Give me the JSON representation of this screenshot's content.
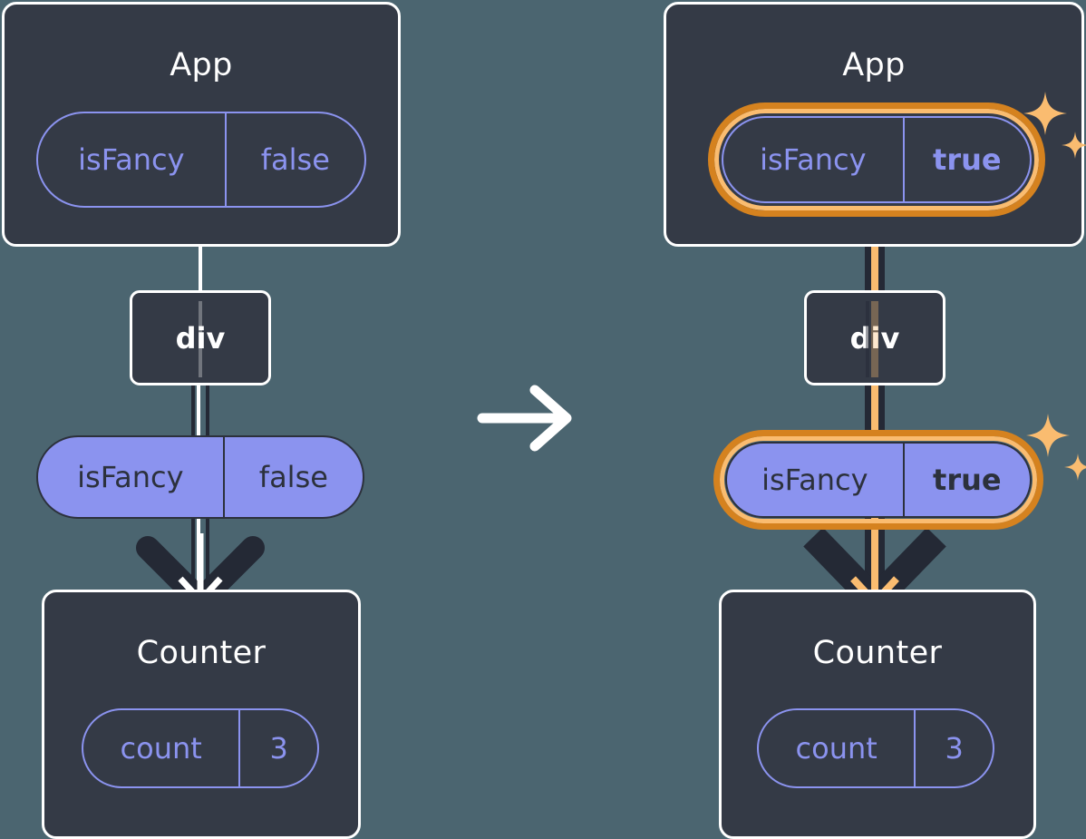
{
  "diagram": {
    "title": "React state propagation: isFancy false to true",
    "background_color": "#4b6570",
    "box_color": "#343a46",
    "purple": "#8b93ef",
    "highlight_outer": "#d5821f",
    "highlight_inner": "#fabc70",
    "dark_line": "#242935"
  },
  "before": {
    "app": {
      "title": "App",
      "state": {
        "key": "isFancy",
        "value": "false"
      }
    },
    "div": {
      "label": "div"
    },
    "prop": {
      "key": "isFancy",
      "value": "false"
    },
    "counter": {
      "title": "Counter",
      "state": {
        "key": "count",
        "value": "3"
      }
    }
  },
  "transition": {
    "icon": "right-arrow-icon"
  },
  "after": {
    "app": {
      "title": "App",
      "state": {
        "key": "isFancy",
        "value": "true"
      }
    },
    "div": {
      "label": "div"
    },
    "prop": {
      "key": "isFancy",
      "value": "true"
    },
    "counter": {
      "title": "Counter",
      "state": {
        "key": "count",
        "value": "3"
      }
    },
    "highlights": [
      "app-state-pill",
      "prop-pill"
    ],
    "sparkle_icons": [
      "sparkle-icon",
      "sparkle-icon"
    ]
  }
}
